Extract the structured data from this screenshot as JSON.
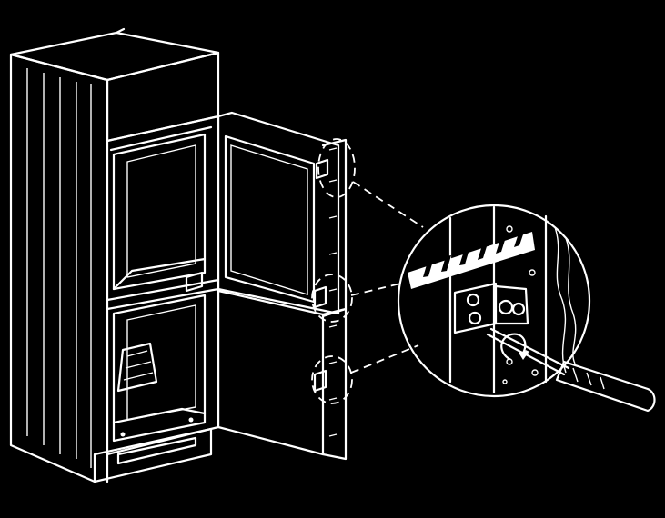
{
  "figure": {
    "subject": "",
    "colors": {
      "background": "#000000",
      "line": "#ffffff"
    },
    "icons": [
      "cabinet-unit",
      "fridge-door-upper",
      "fridge-door-lower",
      "door-hinge",
      "magnifier-detail",
      "screwdriver-icon",
      "rotation-arrow-icon"
    ]
  }
}
